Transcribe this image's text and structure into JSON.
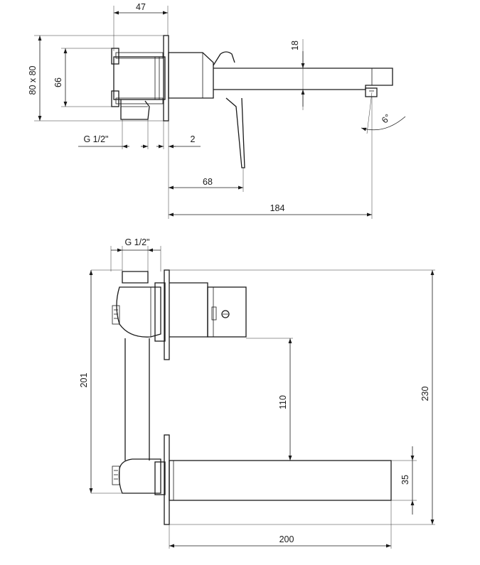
{
  "top_view": {
    "dim_width_top": "47",
    "dim_height_outer": "80 x 80",
    "dim_height_inner": "66",
    "dim_spout_height": "18",
    "dim_thread": "G 1/2\"",
    "dim_plate_gap": "2",
    "dim_lever_reach": "68",
    "dim_total_reach": "184",
    "dim_angle": "6°"
  },
  "bottom_view": {
    "dim_thread": "G 1/2\"",
    "dim_body_height": "201",
    "dim_spout_offset": "110",
    "dim_total_height": "230",
    "dim_spout_thickness": "35",
    "dim_spout_length": "200"
  }
}
